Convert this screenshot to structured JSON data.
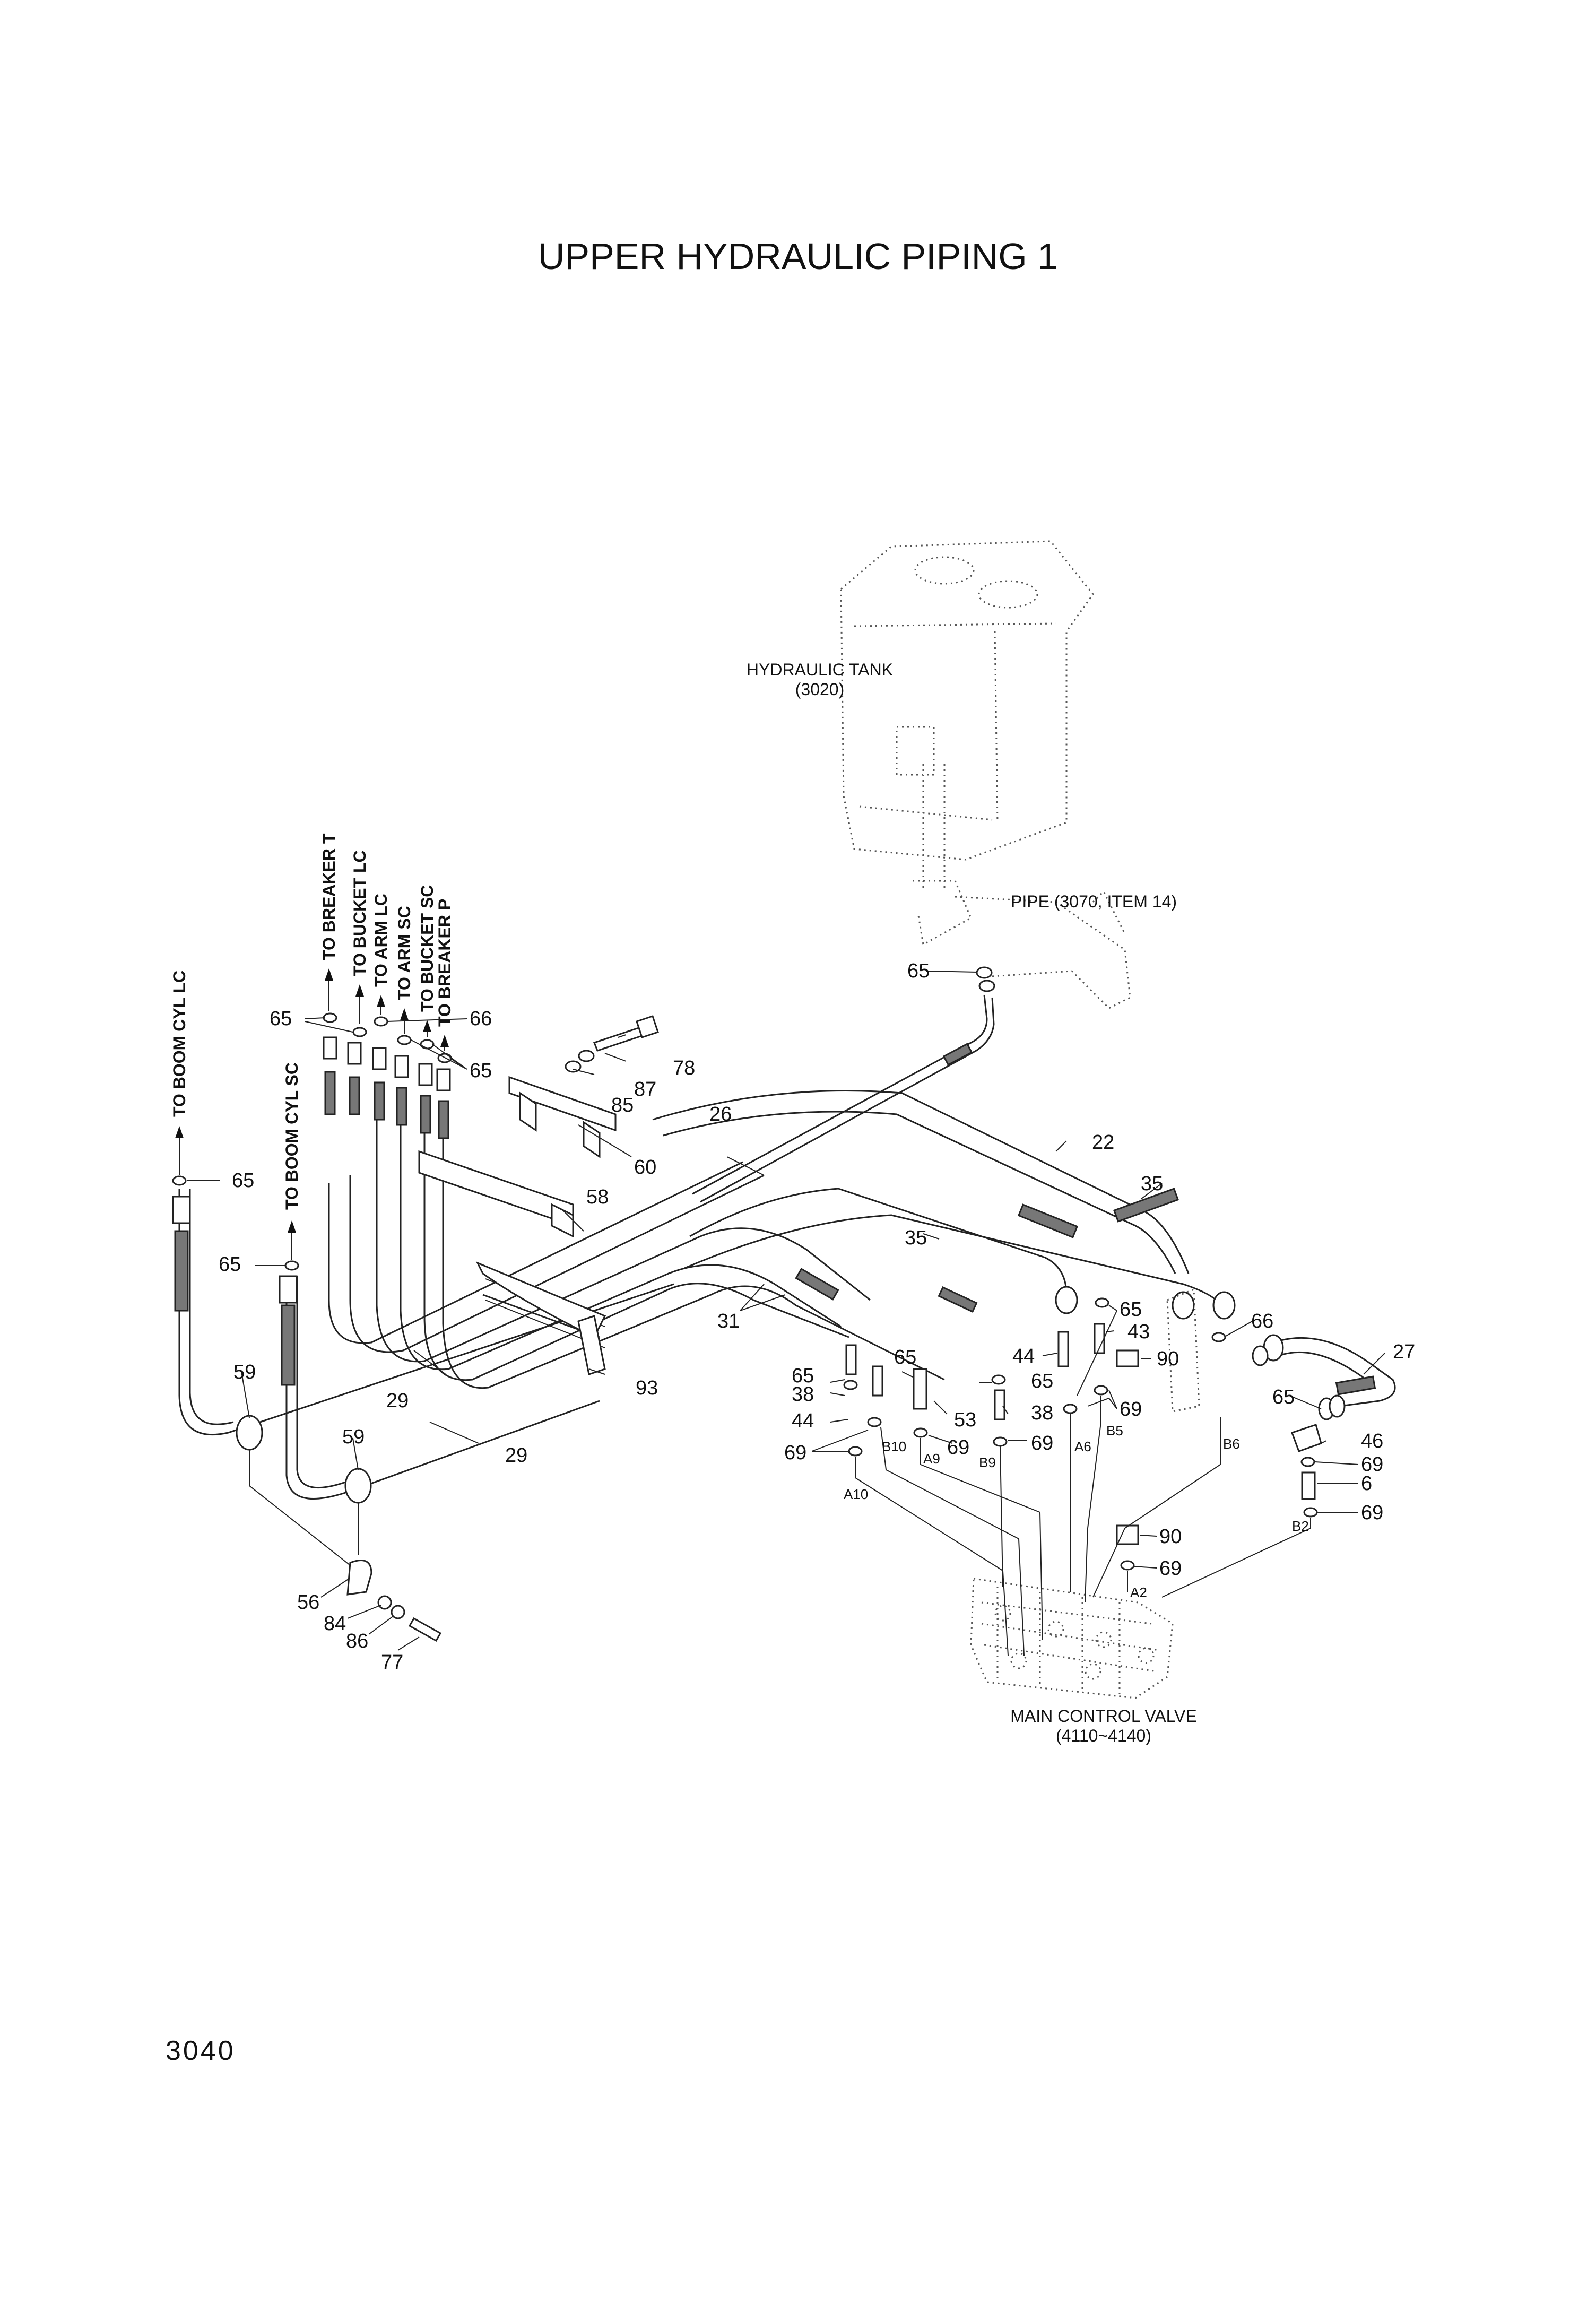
{
  "title": "UPPER HYDRAULIC PIPING 1",
  "page_number": "3040",
  "components": {
    "hydraulic_tank": "HYDRAULIC TANK",
    "hydraulic_tank_ref": "(3020)",
    "pipe": "PIPE (3070, ITEM 14)",
    "main_control_valve": "MAIN CONTROL VALVE",
    "main_control_valve_ref": "(4110~4140)"
  },
  "destinations": [
    "TO BOOM CYL LC",
    "TO BOOM CYL SC",
    "TO BREAKER T",
    "TO BUCKET LC",
    "TO ARM LC",
    "TO ARM SC",
    "TO BUCKET SC",
    "TO BREAKER P"
  ],
  "ports": [
    "A10",
    "B10",
    "A9",
    "B9",
    "A6",
    "B5",
    "B6",
    "B2",
    "A2"
  ],
  "callouts": {
    "c65a": "65",
    "c65b": "65",
    "c65c": "65",
    "c65d": "65",
    "c65e": "65",
    "c65f": "65",
    "c65g": "65",
    "c65h": "65",
    "c65i": "65",
    "c65j": "65",
    "c66a": "66",
    "c66b": "66",
    "c78": "78",
    "c87": "87",
    "c85": "85",
    "c60": "60",
    "c58": "58",
    "c26": "26",
    "c22": "22",
    "c35a": "35",
    "c35b": "35",
    "c31": "31",
    "c93": "93",
    "c29a": "29",
    "c29b": "29",
    "c59a": "59",
    "c59b": "59",
    "c56": "56",
    "c84": "84",
    "c86": "86",
    "c77": "77",
    "c38a": "38",
    "c38b": "38",
    "c44a": "44",
    "c44b": "44",
    "c53": "53",
    "c43": "43",
    "c90a": "90",
    "c90b": "90",
    "c69a": "69",
    "c69b": "69",
    "c69c": "69",
    "c69d": "69",
    "c69e": "69",
    "c69f": "69",
    "c69g": "69",
    "c27": "27",
    "c46": "46",
    "c6": "6"
  }
}
